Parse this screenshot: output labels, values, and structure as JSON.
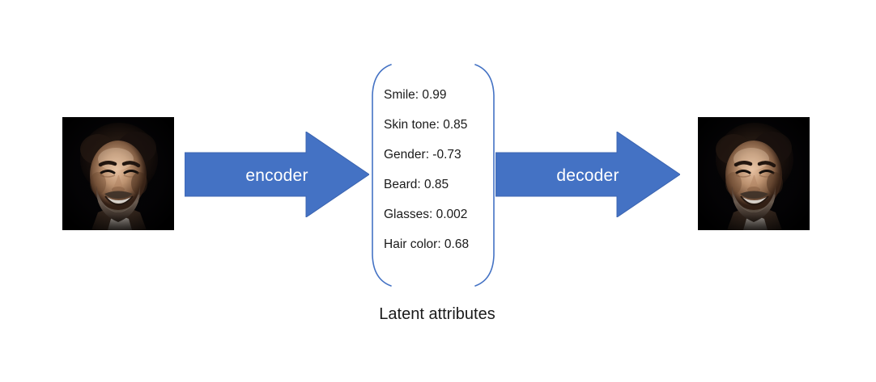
{
  "diagram": {
    "title": "Autoencoder latent attribute diagram",
    "accent_color": "#4472C4",
    "accent_border_color": "#3B64B0",
    "bracket_color": "#4472C4",
    "text_color": "#1a1a1a",
    "background_color": "#ffffff"
  },
  "input_image": {
    "alt": "Photograph of a smiling bearded man on a black background",
    "icon": "face-photo"
  },
  "output_image": {
    "alt": "Reconstructed photograph of a smiling bearded man on a black background",
    "icon": "face-photo"
  },
  "arrows": [
    {
      "name": "encoder",
      "label": "encoder"
    },
    {
      "name": "decoder",
      "label": "decoder"
    }
  ],
  "latent": {
    "caption": "Latent attributes",
    "attributes": [
      {
        "name": "Smile",
        "value": "0.99",
        "text": "Smile: 0.99"
      },
      {
        "name": "Skin tone",
        "value": "0.85",
        "text": "Skin tone: 0.85"
      },
      {
        "name": "Gender",
        "value": "-0.73",
        "text": "Gender: -0.73"
      },
      {
        "name": "Beard",
        "value": "0.85",
        "text": "Beard: 0.85"
      },
      {
        "name": "Glasses",
        "value": "0.002",
        "text": "Glasses: 0.002"
      },
      {
        "name": "Hair color",
        "value": "0.68",
        "text": "Hair color: 0.68"
      }
    ]
  }
}
